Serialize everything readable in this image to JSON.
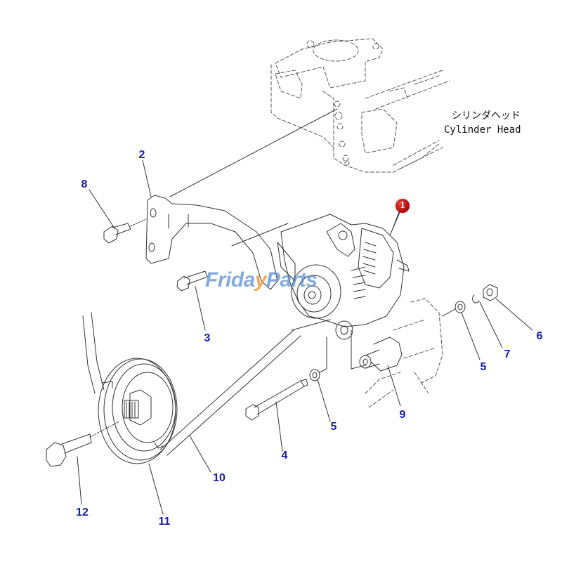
{
  "diagram": {
    "type": "exploded-parts-diagram",
    "subject": "Alternator mounting assembly",
    "reference_component": {
      "label_jp": "シリンダヘッド",
      "label_en": "Cylinder Head"
    },
    "watermark": {
      "part1": "Frida",
      "part2": "y",
      "part3": "Parts"
    },
    "highlight_color": "#b80e0e",
    "callout_color": "#1a1aa6",
    "callouts": [
      {
        "id": "1",
        "label": "1",
        "part": "Alternator",
        "highlighted": true
      },
      {
        "id": "2",
        "label": "2",
        "part": "Bracket"
      },
      {
        "id": "3",
        "label": "3",
        "part": "Bolt"
      },
      {
        "id": "4",
        "label": "4",
        "part": "Long bolt"
      },
      {
        "id": "5a",
        "label": "5",
        "part": "Washer"
      },
      {
        "id": "5b",
        "label": "5",
        "part": "Washer"
      },
      {
        "id": "6",
        "label": "6",
        "part": "Nut"
      },
      {
        "id": "7",
        "label": "7",
        "part": "Lock washer"
      },
      {
        "id": "8",
        "label": "8",
        "part": "Bolt"
      },
      {
        "id": "9",
        "label": "9",
        "part": "Spacer"
      },
      {
        "id": "10",
        "label": "10",
        "part": "V-belt"
      },
      {
        "id": "11",
        "label": "11",
        "part": "Pulley"
      },
      {
        "id": "12",
        "label": "12",
        "part": "Bolt"
      }
    ]
  }
}
